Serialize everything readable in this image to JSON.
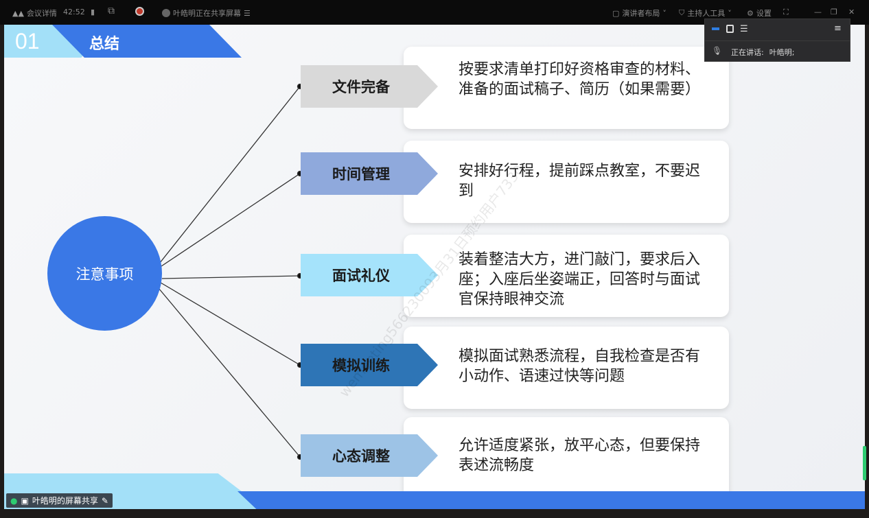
{
  "topbar": {
    "meeting_details": "会议详情",
    "timer": "42:52",
    "sharing_status": "叶皓明正在共享屏幕",
    "layout": "演讲者布局",
    "host_tools": "主持人工具",
    "settings": "设置"
  },
  "panel": {
    "speaking_label": "正在讲话:",
    "speaker": "叶皓明;"
  },
  "share_badge": "叶皓明的屏幕共享",
  "slide": {
    "number": "01",
    "title": "总结",
    "center": "注意事项",
    "items": [
      {
        "label": "文件完备",
        "text": "按要求清单打印好资格审查的材料、准备的面试稿子、简历（如果需要）",
        "color": "#d9d9d9"
      },
      {
        "label": "时间管理",
        "text": "安排好行程，提前踩点教室，不要迟到",
        "color": "#8fa9dc"
      },
      {
        "label": "面试礼仪",
        "text": "装着整洁大方，进门敲门，要求后入座；入座后坐姿端正，回答时与面试官保持眼神交流",
        "color": "#a5e3fb"
      },
      {
        "label": "模拟训练",
        "text": "模拟面试熟悉流程，自我检查是否有小动作、语速过快等问题",
        "color": "#2e75b6"
      },
      {
        "label": "心态调整",
        "text": "允许适度紧张，放平心态，但要保持表述流畅度",
        "color": "#9dc3e6"
      }
    ],
    "watermark": "wemeeting566230093月31日预约用户7330"
  }
}
